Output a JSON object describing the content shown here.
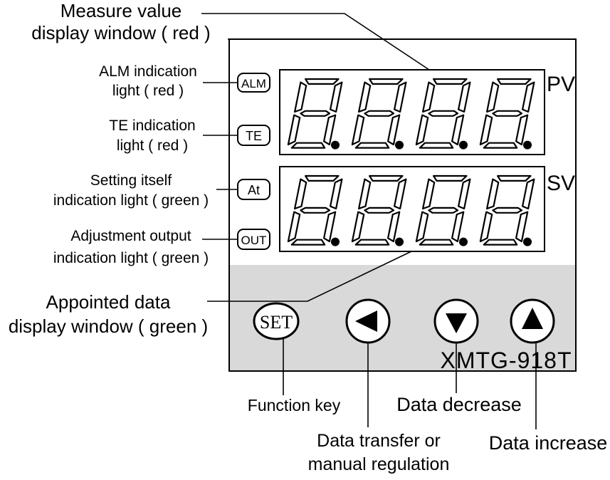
{
  "callouts": {
    "measure_display": [
      "Measure value",
      "display window ( red )"
    ],
    "alm_light": [
      "ALM indication",
      "light ( red )"
    ],
    "te_light": [
      "TE indication",
      "light ( red )"
    ],
    "at_light": [
      "Setting itself",
      "indication light ( green )"
    ],
    "out_light": [
      "Adjustment output",
      "indication light ( green )"
    ],
    "appointed_display": [
      "Appointed data",
      "display window ( green )"
    ],
    "function_key": "Function key",
    "data_transfer": [
      "Data transfer or",
      "manual regulation"
    ],
    "data_decrease": "Data decrease",
    "data_increase": "Data increase"
  },
  "indicators": {
    "alm": "ALM",
    "te": "TE",
    "at": "At",
    "out": "OUT"
  },
  "displays": {
    "pv_label": "PV",
    "sv_label": "SV",
    "pv_digits": "8.8.8.8.",
    "sv_digits": "8.8.8.8."
  },
  "keys": {
    "set_label": "SET",
    "left_icon": "left-triangle-icon",
    "down_icon": "down-triangle-icon",
    "up_icon": "up-triangle-icon"
  },
  "model": "XMTG-918T",
  "colors": {
    "ink": "#000000",
    "key_area": "#d9d9d9",
    "panel": "#ffffff"
  }
}
